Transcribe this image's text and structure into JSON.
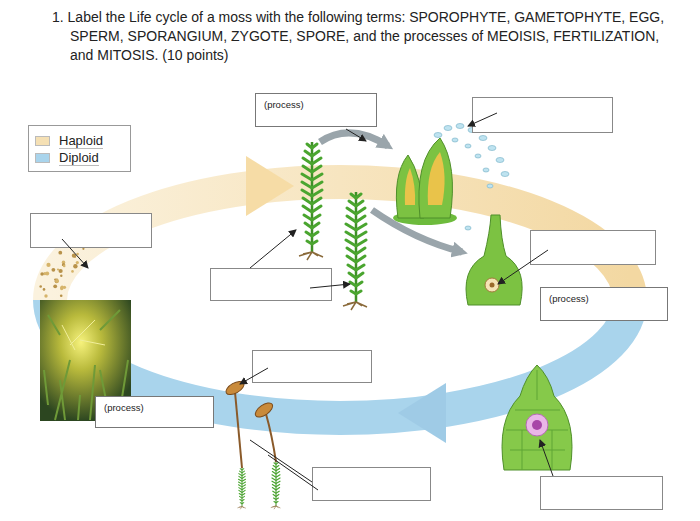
{
  "diagram": {
    "title": "1. Label the Life cycle of a moss with the following terms: SPOROPHYTE, GAMETOPHYTE, EGG, SPERM, SPORANGIUM, ZYGOTE, SPORE, and the processes of MEOISIS, FERTILIZATION, and MITOSIS. (10 points)",
    "nodes": [
      {
        "text": [
          "(process)"
        ]
      },
      {
        "text": [
          "(process)"
        ]
      },
      {
        "text": [
          "(process)"
        ]
      }
    ],
    "legend": [
      {
        "text": "Haploid",
        "color": "#f5e0b4"
      },
      {
        "text": "Diploid",
        "color": "#a9d4ec"
      }
    ]
  }
}
